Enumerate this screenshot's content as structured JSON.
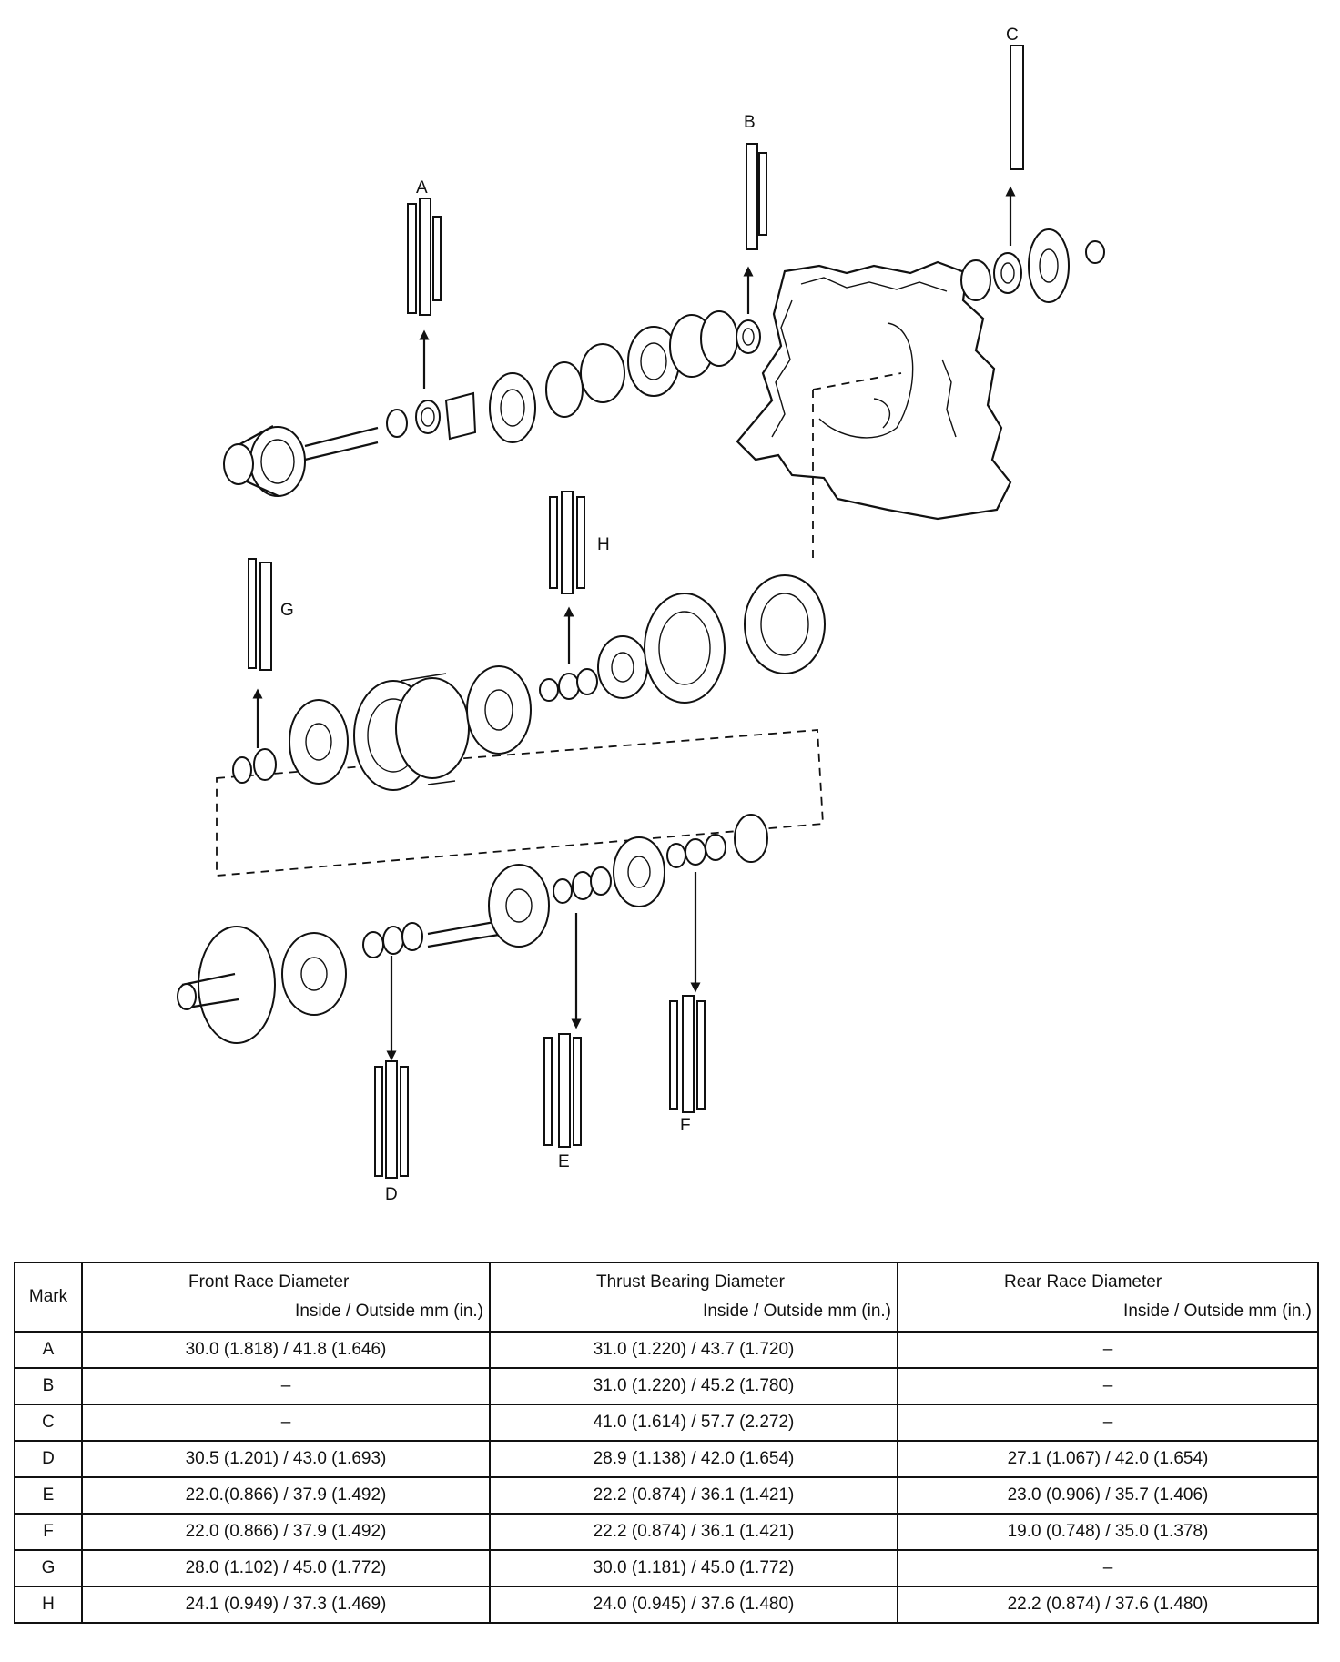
{
  "diagram": {
    "labels": [
      "A",
      "B",
      "C",
      "D",
      "E",
      "F",
      "G",
      "H"
    ]
  },
  "table": {
    "headers": {
      "mark": "Mark",
      "front": {
        "line1": "Front Race Diameter",
        "line2": "Inside / Outside mm (in.)"
      },
      "thrust": {
        "line1": "Thrust Bearing Diameter",
        "line2": "Inside / Outside mm (in.)"
      },
      "rear": {
        "line1": "Rear Race Diameter",
        "line2": "Inside / Outside mm (in.)"
      }
    },
    "rows": [
      {
        "mark": "A",
        "front": "30.0 (1.818) / 41.8 (1.646)",
        "thrust": "31.0 (1.220) / 43.7 (1.720)",
        "rear": "–"
      },
      {
        "mark": "B",
        "front": "–",
        "thrust": "31.0 (1.220) / 45.2 (1.780)",
        "rear": "–"
      },
      {
        "mark": "C",
        "front": "–",
        "thrust": "41.0 (1.614) / 57.7 (2.272)",
        "rear": "–"
      },
      {
        "mark": "D",
        "front": "30.5 (1.201) / 43.0 (1.693)",
        "thrust": "28.9 (1.138) / 42.0 (1.654)",
        "rear": "27.1 (1.067) / 42.0 (1.654)"
      },
      {
        "mark": "E",
        "front": "22.0.(0.866) / 37.9 (1.492)",
        "thrust": "22.2 (0.874) / 36.1 (1.421)",
        "rear": "23.0 (0.906) / 35.7 (1.406)"
      },
      {
        "mark": "F",
        "front": "22.0 (0.866) / 37.9 (1.492)",
        "thrust": "22.2 (0.874) / 36.1 (1.421)",
        "rear": "19.0 (0.748) / 35.0 (1.378)"
      },
      {
        "mark": "G",
        "front": "28.0 (1.102) / 45.0 (1.772)",
        "thrust": "30.0 (1.181) / 45.0 (1.772)",
        "rear": "–"
      },
      {
        "mark": "H",
        "front": "24.1 (0.949) / 37.3 (1.469)",
        "thrust": "24.0 (0.945) / 37.6 (1.480)",
        "rear": "22.2 (0.874) / 37.6 (1.480)"
      }
    ]
  }
}
